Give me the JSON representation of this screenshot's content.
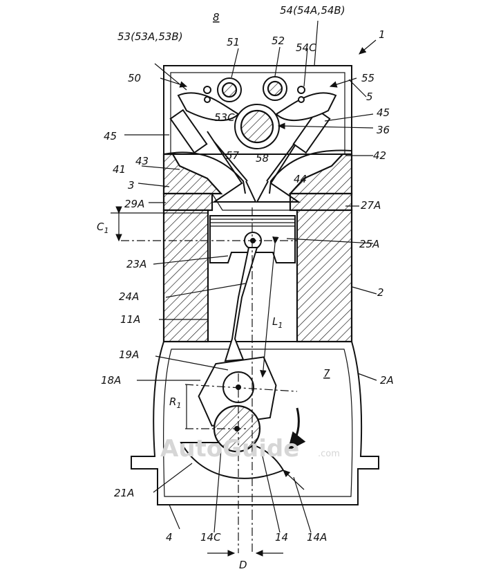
{
  "labels": {
    "l1": "1",
    "l2": "2",
    "l2A": "2A",
    "l3": "3",
    "l4": "4",
    "l5": "5",
    "l7": "7",
    "l8": "8",
    "l11A": "11A",
    "l14": "14",
    "l14A": "14A",
    "l14C": "14C",
    "l18A": "18A",
    "l19A": "19A",
    "l21A": "21A",
    "l23A": "23A",
    "l24A": "24A",
    "l25A": "25A",
    "l27A": "27A",
    "l29A": "29A",
    "l36": "36",
    "l41": "41",
    "l42": "42",
    "l43": "43",
    "l44": "44",
    "l45a": "45",
    "l45b": "45",
    "l50": "50",
    "l51": "51",
    "l52": "52",
    "l53": "53(53A,53B)",
    "l53C": "53C",
    "l54": "54(54A,54B)",
    "l54C": "54C",
    "l55": "55",
    "l57": "57",
    "l58": "58",
    "C1_main": "C",
    "C1_sub": "1",
    "L1_main": "L",
    "L1_sub": "1",
    "R1_main": "R",
    "R1_sub": "1",
    "D": "D"
  },
  "watermark": {
    "brand": "AutoGuide",
    "suffix": ".com"
  }
}
